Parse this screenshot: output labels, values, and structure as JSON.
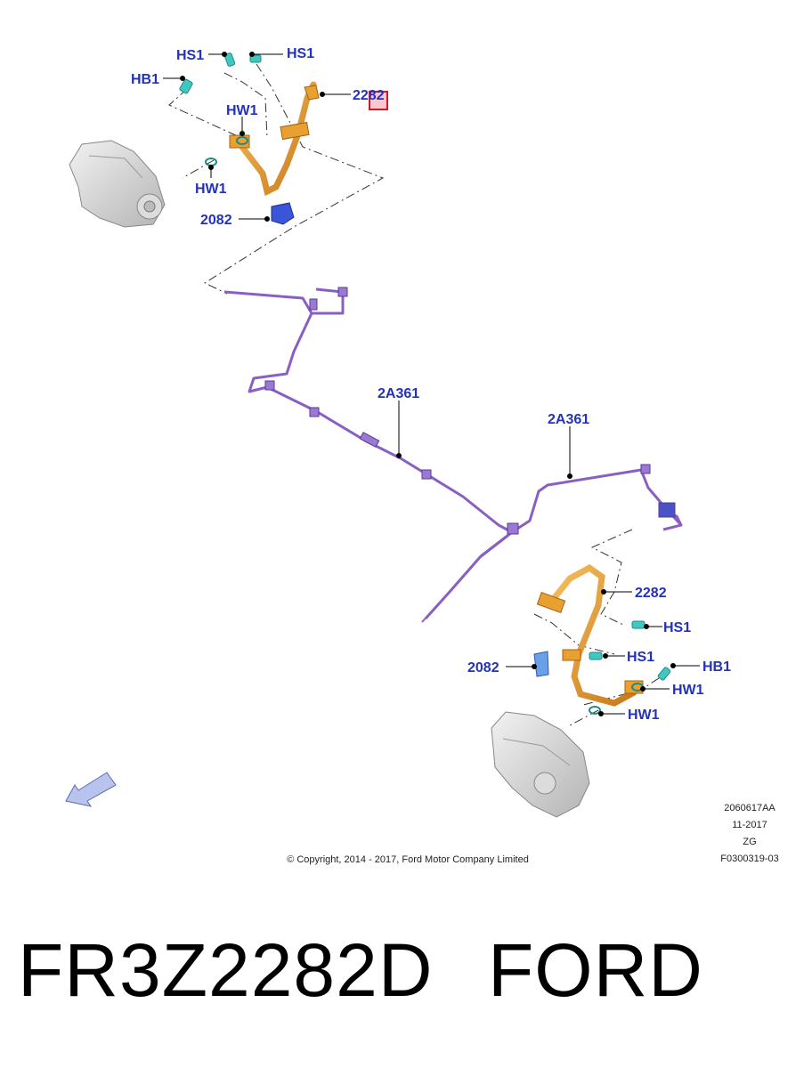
{
  "callouts": {
    "hs1_a": "HS1",
    "hs1_b": "HS1",
    "hb1_a": "HB1",
    "hw1_a": "HW1",
    "hw1_b": "HW1",
    "hose_a": "2282",
    "bracket_a": "2082",
    "tube_a": "2A361",
    "tube_b": "2A361",
    "hose_b": "2282",
    "hs1_c": "HS1",
    "hs1_d": "HS1",
    "bracket_b": "2082",
    "hb1_b": "HB1",
    "hw1_c": "HW1",
    "hw1_d": "HW1"
  },
  "meta": {
    "illustration_id": "2060617AA",
    "date": "11-2017",
    "region": "ZG",
    "figure_id": "F0300319-03",
    "copyright": "© Copyright, 2014 - 2017, Ford Motor Company Limited"
  },
  "footer": {
    "part_number": "FR3Z2282D",
    "brand": "FORD"
  },
  "colors": {
    "callout": "#2233bb",
    "hose": "#e8a030",
    "tube": "#8a5fc4",
    "bracket": "#3a55d8",
    "fastener": "#40c8c0",
    "highlight": "#e0141e"
  }
}
